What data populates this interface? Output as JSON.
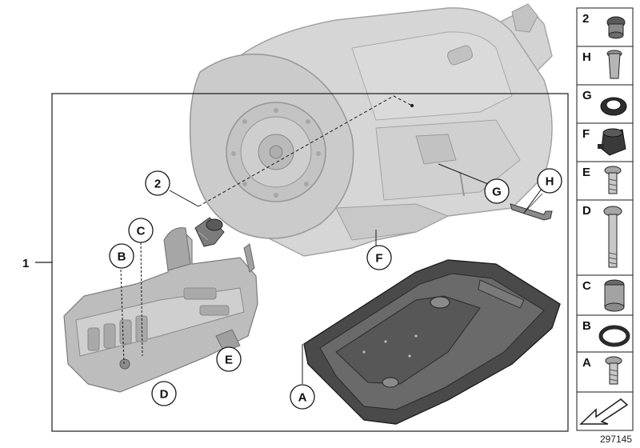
{
  "diagram": {
    "main_label": "1",
    "reference_number": "297145",
    "callouts": [
      {
        "key": "2",
        "label": "2"
      },
      {
        "key": "B",
        "label": "B"
      },
      {
        "key": "C",
        "label": "C"
      },
      {
        "key": "D",
        "label": "D"
      },
      {
        "key": "E",
        "label": "E"
      },
      {
        "key": "F",
        "label": "F"
      },
      {
        "key": "G",
        "label": "G"
      },
      {
        "key": "H",
        "label": "H"
      },
      {
        "key": "A",
        "label": "A"
      }
    ]
  },
  "legend": {
    "items": [
      {
        "letter": "2",
        "part": "plug-icon"
      },
      {
        "letter": "H",
        "part": "sleeve-icon"
      },
      {
        "letter": "G",
        "part": "seal-ring-icon"
      },
      {
        "letter": "F",
        "part": "connector-icon"
      },
      {
        "letter": "E",
        "part": "bolt-short-icon"
      },
      {
        "letter": "D",
        "part": "bolt-long-icon"
      },
      {
        "letter": "C",
        "part": "bushing-icon"
      },
      {
        "letter": "B",
        "part": "o-ring-icon"
      },
      {
        "letter": "A",
        "part": "bolt-small-icon"
      }
    ],
    "footer_icon": "arrow-icon"
  },
  "colors": {
    "outline": "#1a1a1a",
    "transmission": "#c9c9c9",
    "transmission_dark": "#9e9e9e",
    "pan": "#3a3a3a",
    "pan_light": "#6a6a6a",
    "valve": "#b7b7b7"
  }
}
